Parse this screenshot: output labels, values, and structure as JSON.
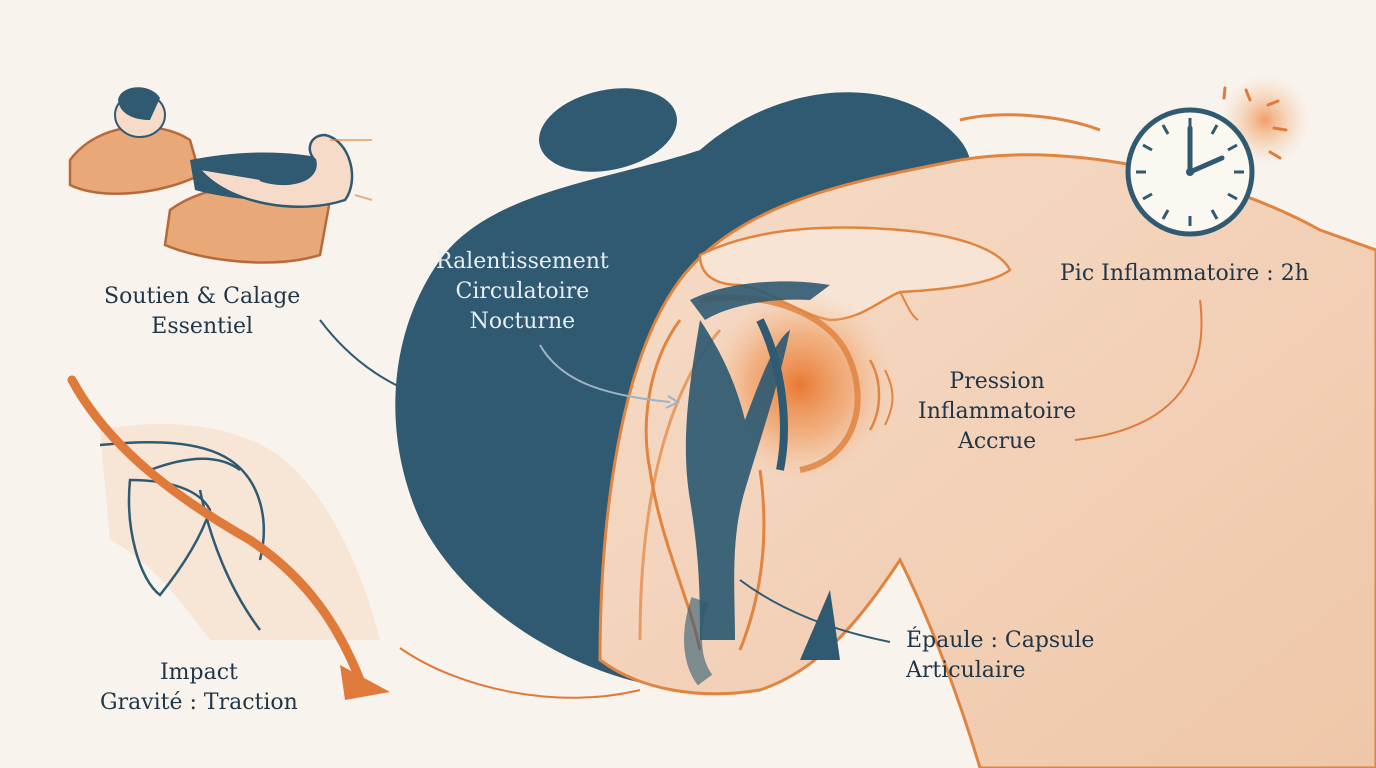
{
  "labels": {
    "support": [
      "Soutien & Calage",
      "Essentiel"
    ],
    "circulation": [
      "Ralentissement",
      "Circulatoire",
      "Nocturne"
    ],
    "peak": "Pic Inflammatoire : 2h",
    "pressure": [
      "Pression",
      "Inflammatoire",
      "Accrue"
    ],
    "capsule": [
      "Épaule : Capsule",
      "Articulaire"
    ],
    "gravity": [
      "Impact",
      "Gravité : Traction"
    ]
  },
  "colors": {
    "navy": "#2f5a72",
    "orange": "#e07a3a",
    "skin": "#f3d3bd",
    "ink": "#1f3548",
    "paper": "#f8f3ec"
  },
  "icons": [
    "sleeping-person-icon",
    "clock-icon",
    "shoulder-anatomy-icon",
    "gravity-arrow-icon"
  ]
}
